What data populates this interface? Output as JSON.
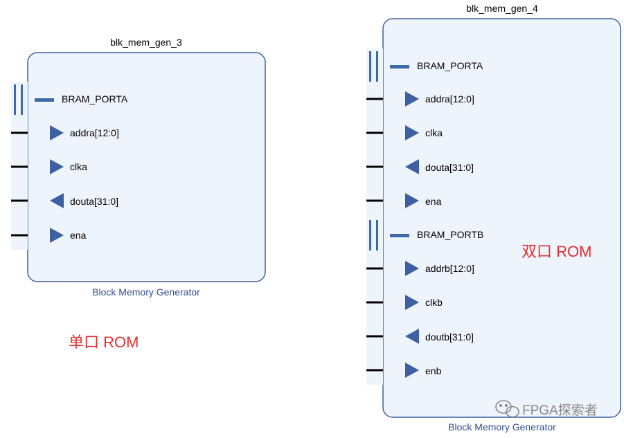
{
  "blocks": [
    {
      "title": "blk_mem_gen_3",
      "caption": "Block Memory Generator",
      "groups": [
        {
          "bus": "BRAM_PORTA",
          "ports": [
            {
              "label": "addra[12:0]",
              "dir": "in"
            },
            {
              "label": "clka",
              "dir": "in"
            },
            {
              "label": "douta[31:0]",
              "dir": "out"
            },
            {
              "label": "ena",
              "dir": "in"
            }
          ]
        }
      ]
    },
    {
      "title": "blk_mem_gen_4",
      "caption": "Block Memory Generator",
      "groups": [
        {
          "bus": "BRAM_PORTA",
          "ports": [
            {
              "label": "addra[12:0]",
              "dir": "in"
            },
            {
              "label": "clka",
              "dir": "in"
            },
            {
              "label": "douta[31:0]",
              "dir": "out"
            },
            {
              "label": "ena",
              "dir": "in"
            }
          ]
        },
        {
          "bus": "BRAM_PORTB",
          "ports": [
            {
              "label": "addrb[12:0]",
              "dir": "in"
            },
            {
              "label": "clkb",
              "dir": "in"
            },
            {
              "label": "doutb[31:0]",
              "dir": "out"
            },
            {
              "label": "enb",
              "dir": "in"
            }
          ]
        }
      ]
    }
  ],
  "annotations": {
    "single_port": "单口 ROM",
    "dual_port": "双口 ROM"
  },
  "watermark": {
    "icon": "wechat-icon",
    "text": "FPGA探索者"
  },
  "colors": {
    "block_fill": "#eef4fb",
    "block_border": "#3f5f9f",
    "pin_arrow": "#3f5fa3",
    "bus_bar": "#3f6aa8",
    "annotation": "#e03030",
    "caption": "#2f4f8f"
  }
}
